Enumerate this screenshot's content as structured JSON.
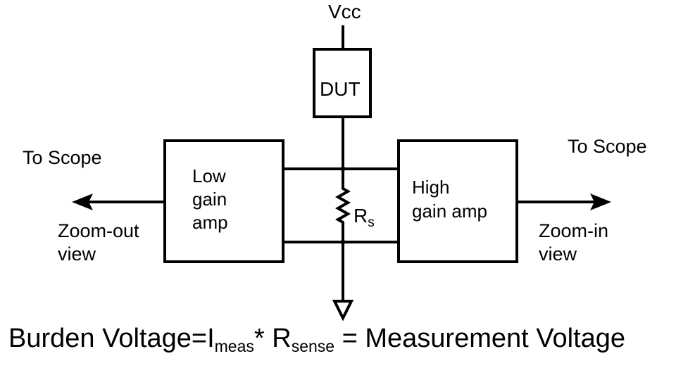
{
  "diagram": {
    "supply_label": "Vcc",
    "dut_label": "DUT",
    "low_amp": {
      "line1": "Low",
      "line2": "gain",
      "line3": "amp"
    },
    "high_amp": {
      "line1": "High",
      "line2": "gain amp"
    },
    "resistor": {
      "symbol": "R",
      "subscript": "s"
    },
    "left_output": {
      "target": "To Scope",
      "view_line1": "Zoom-out",
      "view_line2": "view"
    },
    "right_output": {
      "target": "To Scope",
      "view_line1": "Zoom-in",
      "view_line2": "view"
    }
  },
  "formula": {
    "prefix": "Burden Voltage=I",
    "i_sub": "meas",
    "mid": "* R",
    "r_sub": "sense",
    "suffix": " = Measurement Voltage"
  }
}
